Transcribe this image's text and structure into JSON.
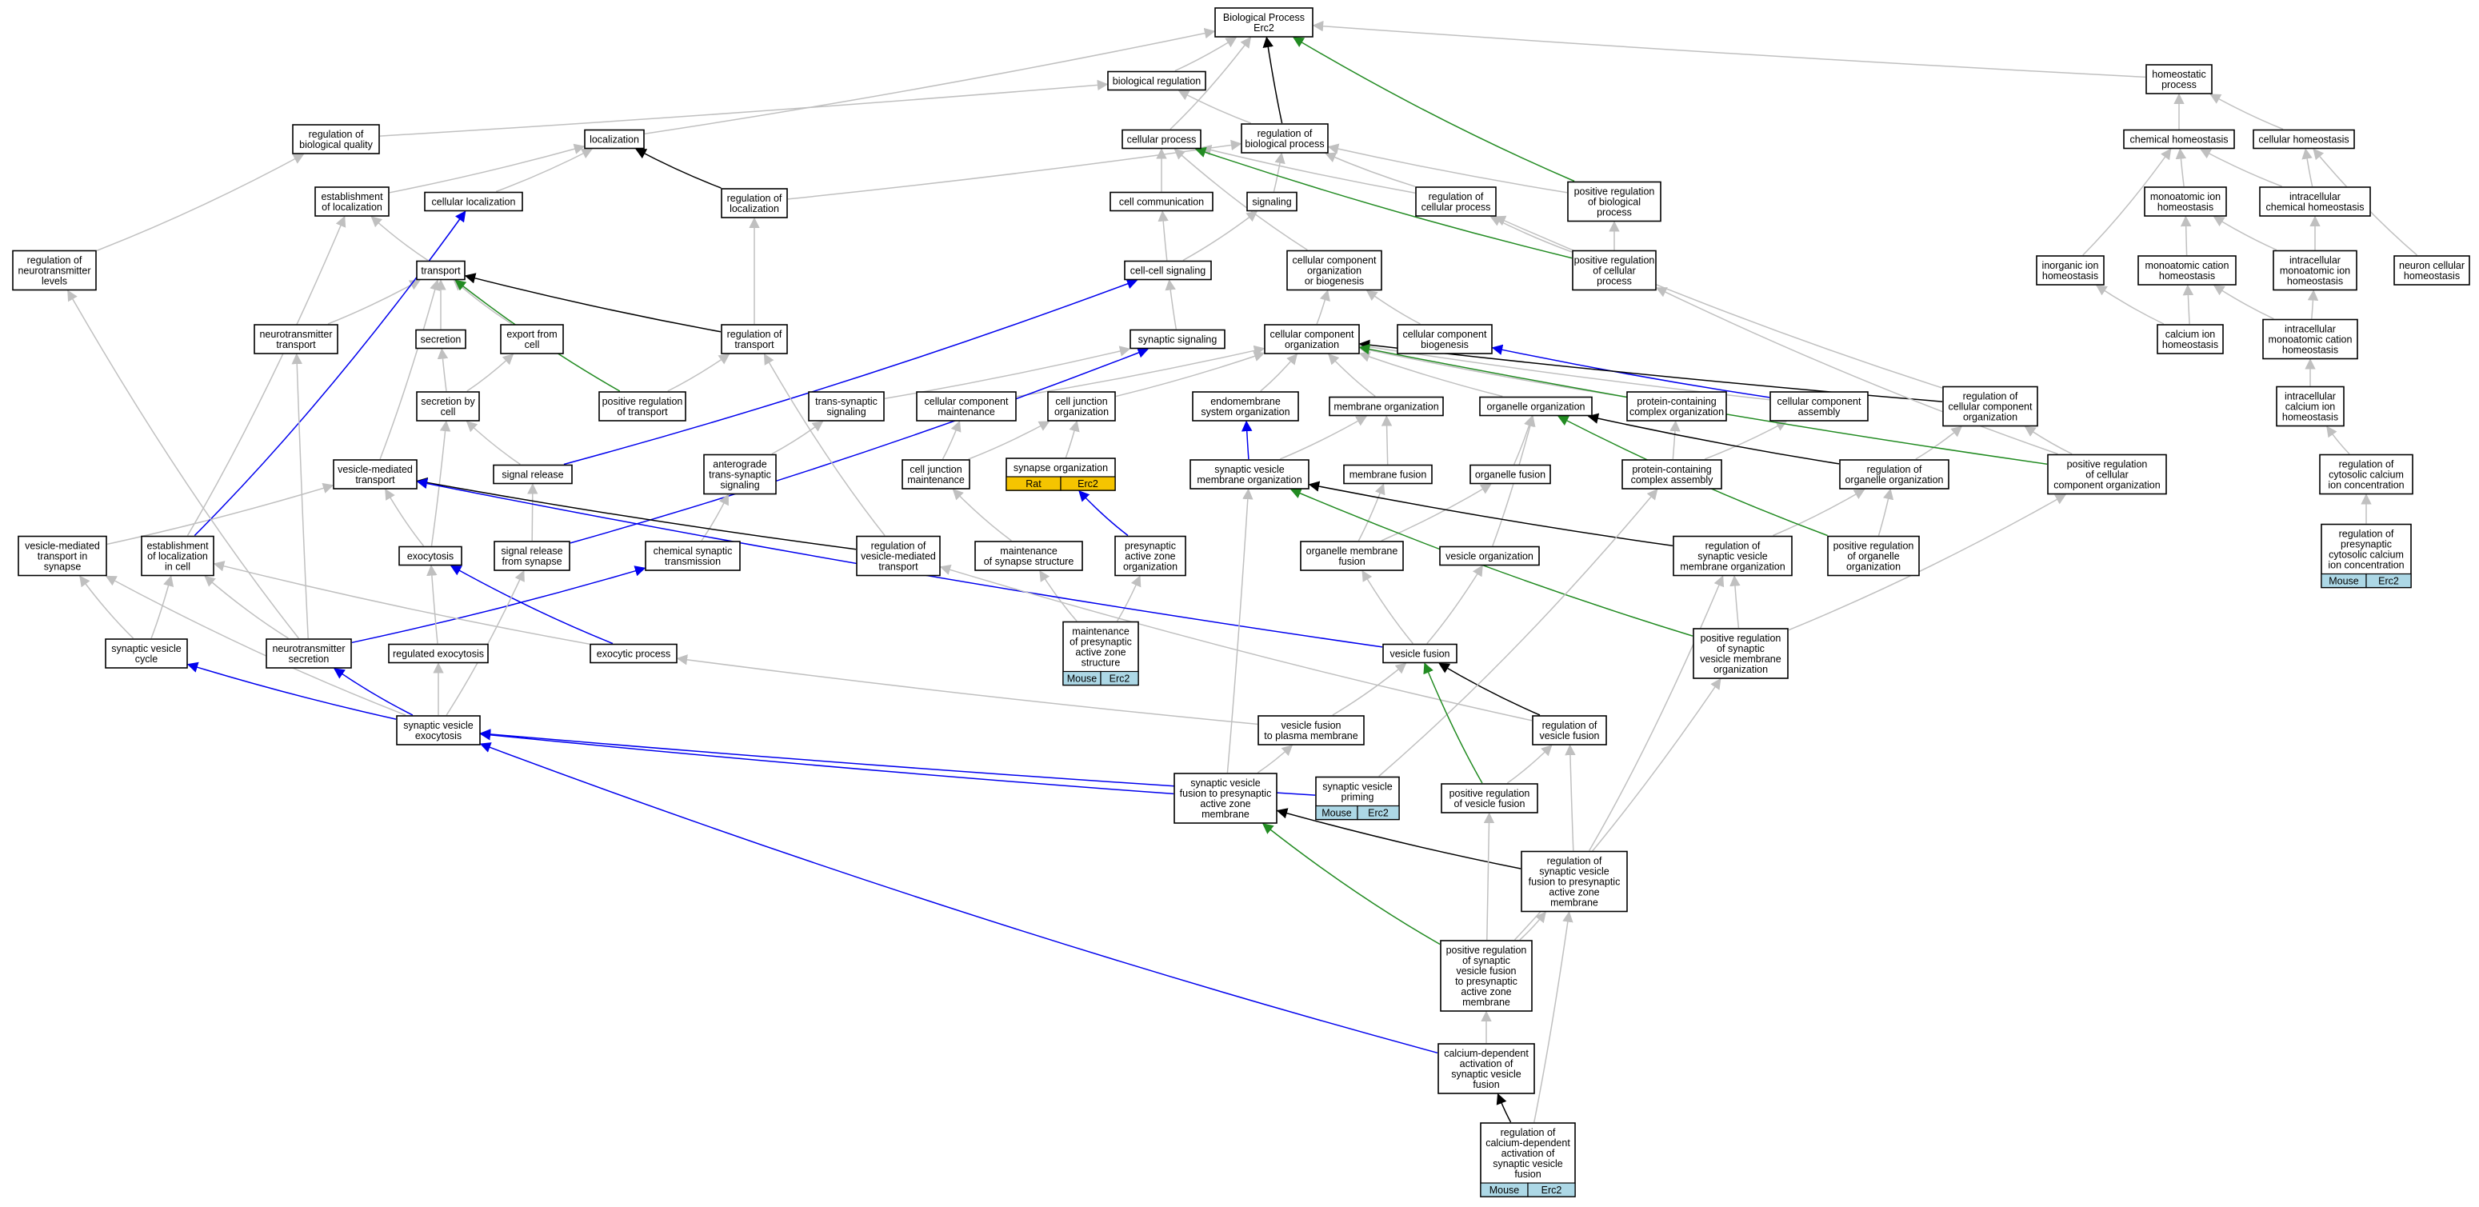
{
  "title": "Biological Process\nErc2",
  "colors": {
    "gray_edge": "#c0c0c0",
    "black_edge": "#000000",
    "blue_edge": "#0000ee",
    "green_edge": "#228b22",
    "badge_mouse": "#add8e6",
    "badge_rat": "#f5c400"
  },
  "nodes": [
    {
      "id": "root",
      "label": "Biological Process\nErc2"
    },
    {
      "id": "bioreg",
      "label": "biological regulation"
    },
    {
      "id": "homeo",
      "label": "homeostatic\nprocess"
    },
    {
      "id": "regbq",
      "label": "regulation of\nbiological quality"
    },
    {
      "id": "loc",
      "label": "localization"
    },
    {
      "id": "cellproc",
      "label": "cellular process"
    },
    {
      "id": "regbp",
      "label": "regulation of\nbiological process"
    },
    {
      "id": "chemhom",
      "label": "chemical homeostasis"
    },
    {
      "id": "cellhom",
      "label": "cellular homeostasis"
    },
    {
      "id": "estloc",
      "label": "establishment\nof localization"
    },
    {
      "id": "cellloc",
      "label": "cellular localization"
    },
    {
      "id": "regloc",
      "label": "regulation of\nlocalization"
    },
    {
      "id": "cellcomm",
      "label": "cell communication"
    },
    {
      "id": "signaling",
      "label": "signaling"
    },
    {
      "id": "regcp",
      "label": "regulation of\ncellular process"
    },
    {
      "id": "posregbp",
      "label": "positive regulation\nof biological\nprocess"
    },
    {
      "id": "monohom",
      "label": "monoatomic ion\nhomeostasis"
    },
    {
      "id": "icchom",
      "label": "intracellular\nchemical homeostasis"
    },
    {
      "id": "regntl",
      "label": "regulation of\nneurotransmitter\nlevels"
    },
    {
      "id": "transport",
      "label": "transport"
    },
    {
      "id": "ccsig",
      "label": "cell-cell signaling"
    },
    {
      "id": "ccob",
      "label": "cellular component\norganization\nor biogenesis"
    },
    {
      "id": "posregcp",
      "label": "positive regulation\nof cellular\nprocess"
    },
    {
      "id": "inorghom",
      "label": "inorganic ion\nhomeostasis"
    },
    {
      "id": "monocathom",
      "label": "monoatomic cation\nhomeostasis"
    },
    {
      "id": "icmonohom",
      "label": "intracellular\nmonoatomic ion\nhomeostasis"
    },
    {
      "id": "neuronhom",
      "label": "neuron cellular\nhomeostasis"
    },
    {
      "id": "nttransport",
      "label": "neurotransmitter\ntransport"
    },
    {
      "id": "secretion",
      "label": "secretion"
    },
    {
      "id": "exportcell",
      "label": "export from\ncell"
    },
    {
      "id": "regtransport",
      "label": "regulation of\ntransport"
    },
    {
      "id": "synsig",
      "label": "synaptic signaling"
    },
    {
      "id": "cco",
      "label": "cellular component\norganization"
    },
    {
      "id": "ccbio",
      "label": "cellular component\nbiogenesis"
    },
    {
      "id": "cahom",
      "label": "calcium ion\nhomeostasis"
    },
    {
      "id": "icmonocat",
      "label": "intracellular\nmonoatomic cation\nhomeostasis"
    },
    {
      "id": "secbycell",
      "label": "secretion by\ncell"
    },
    {
      "id": "posregtrans",
      "label": "positive regulation\nof transport"
    },
    {
      "id": "transsyn",
      "label": "trans-synaptic\nsignaling"
    },
    {
      "id": "ccmaint",
      "label": "cellular component\nmaintenance"
    },
    {
      "id": "cjorg",
      "label": "cell junction\norganization"
    },
    {
      "id": "endomem",
      "label": "endomembrane\nsystem organization"
    },
    {
      "id": "memorg",
      "label": "membrane organization"
    },
    {
      "id": "organelleorg",
      "label": "organelle organization"
    },
    {
      "id": "pcco",
      "label": "protein-containing\ncomplex organization"
    },
    {
      "id": "ccassembly",
      "label": "cellular component\nassembly"
    },
    {
      "id": "regcco",
      "label": "regulation of\ncellular component\norganization"
    },
    {
      "id": "icca",
      "label": "intracellular\ncalcium ion\nhomeostasis"
    },
    {
      "id": "vesmedtrans",
      "label": "vesicle-mediated\ntransport"
    },
    {
      "id": "sigrelease",
      "label": "signal release"
    },
    {
      "id": "anterograde",
      "label": "anterograde\ntrans-synaptic\nsignaling"
    },
    {
      "id": "cjmaint",
      "label": "cell junction\nmaintenance"
    },
    {
      "id": "synorg",
      "label": "synapse organization",
      "badge": [
        "Rat",
        "Erc2"
      ]
    },
    {
      "id": "svmemorg",
      "label": "synaptic vesicle\nmembrane organization"
    },
    {
      "id": "memfusion",
      "label": "membrane fusion"
    },
    {
      "id": "orgfusion",
      "label": "organelle fusion"
    },
    {
      "id": "pcca",
      "label": "protein-containing\ncomplex assembly"
    },
    {
      "id": "regorgorg",
      "label": "regulation of\norganelle organization"
    },
    {
      "id": "posregcco",
      "label": "positive regulation\nof cellular\ncomponent organization"
    },
    {
      "id": "regcytca",
      "label": "regulation of\ncytosolic calcium\nion concentration"
    },
    {
      "id": "vmtsyn",
      "label": "vesicle-mediated\ntransport in\nsynapse"
    },
    {
      "id": "estloccell",
      "label": "establishment\nof localization\nin cell"
    },
    {
      "id": "exocytosis",
      "label": "exocytosis"
    },
    {
      "id": "sigrelsyn",
      "label": "signal release\nfrom synapse"
    },
    {
      "id": "chemsyn",
      "label": "chemical synaptic\ntransmission"
    },
    {
      "id": "regvmt",
      "label": "regulation of\nvesicle-mediated\ntransport"
    },
    {
      "id": "maintsyn",
      "label": "maintenance\nof synapse structure"
    },
    {
      "id": "presynaz",
      "label": "presynaptic\nactive zone\norganization"
    },
    {
      "id": "orgmemfus",
      "label": "organelle membrane\nfusion"
    },
    {
      "id": "vesorg",
      "label": "vesicle organization"
    },
    {
      "id": "regsvmo",
      "label": "regulation of\nsynaptic vesicle\nmembrane organization"
    },
    {
      "id": "posregorg",
      "label": "positive regulation\nof organelle\norganization"
    },
    {
      "id": "regpresyn",
      "label": "regulation of\npresynaptic\ncytosolic calcium\nion concentration",
      "badge": [
        "Mouse",
        "Erc2"
      ]
    },
    {
      "id": "svcycle",
      "label": "synaptic vesicle\ncycle"
    },
    {
      "id": "ntsec",
      "label": "neurotransmitter\nsecretion"
    },
    {
      "id": "regexo",
      "label": "regulated exocytosis"
    },
    {
      "id": "exoproc",
      "label": "exocytic process"
    },
    {
      "id": "maintpaz",
      "label": "maintenance\nof presynaptic\nactive zone\nstructure",
      "badge": [
        "Mouse",
        "Erc2"
      ]
    },
    {
      "id": "vesfusion",
      "label": "vesicle fusion"
    },
    {
      "id": "posregsvmo",
      "label": "positive regulation\nof synaptic\nvesicle membrane\norganization"
    },
    {
      "id": "svexo",
      "label": "synaptic vesicle\nexocytosis"
    },
    {
      "id": "vfpm",
      "label": "vesicle fusion\nto plasma membrane"
    },
    {
      "id": "regvesfus",
      "label": "regulation of\nvesicle fusion"
    },
    {
      "id": "svfpaz",
      "label": "synaptic vesicle\nfusion to presynaptic\nactive zone\nmembrane"
    },
    {
      "id": "svpriming",
      "label": "synaptic vesicle\npriming",
      "badge": [
        "Mouse",
        "Erc2"
      ]
    },
    {
      "id": "posregvf",
      "label": "positive regulation\nof vesicle fusion"
    },
    {
      "id": "regsvfpaz",
      "label": "regulation of\nsynaptic vesicle\nfusion to presynaptic\nactive zone\nmembrane"
    },
    {
      "id": "posregsvfpaz",
      "label": "positive regulation\nof synaptic\nvesicle fusion\nto presynaptic\nactive zone\nmembrane"
    },
    {
      "id": "cadep",
      "label": "calcium-dependent\nactivation of\nsynaptic vesicle\nfusion"
    },
    {
      "id": "regcadep",
      "label": "regulation of\ncalcium-dependent\nactivation of\nsynaptic vesicle\nfusion",
      "badge": [
        "Mouse",
        "Erc2"
      ]
    }
  ]
}
